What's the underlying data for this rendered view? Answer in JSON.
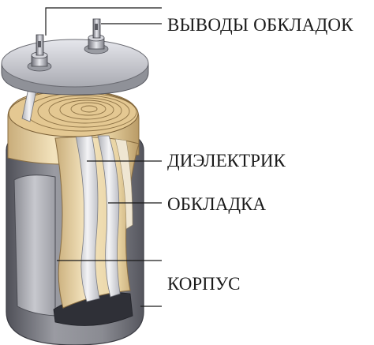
{
  "labels": {
    "terminals": "ВЫВОДЫ ОБКЛАДОК",
    "dielectric": "ДИЭЛЕКТРИК",
    "plate": "ОБКЛАДКА",
    "case": "КОРПУС"
  },
  "colors": {
    "case_outer": "#7e7f86",
    "case_inner": "#b6b7bd",
    "lid": "#c9cbd1",
    "dielectric_paper": "#efddb6",
    "foil": "#d9dadf",
    "leader_line": "#1a1a1a"
  }
}
